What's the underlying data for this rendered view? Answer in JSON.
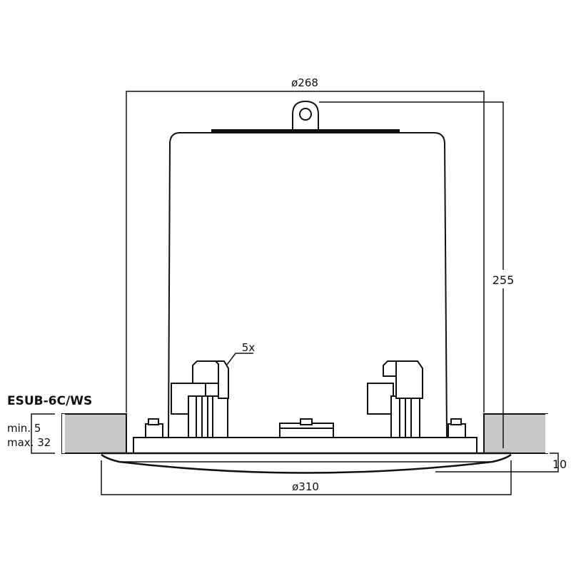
{
  "model": "ESUB-6C/WS",
  "ceiling_thickness": {
    "min_label": "min. 5",
    "max_label": "max. 32"
  },
  "dimensions": {
    "cutout_diameter": "ø268",
    "overall_diameter": "ø310",
    "depth": "255",
    "bezel_height": "10"
  },
  "clamp_count_label": "5x",
  "colors": {
    "line": "#111111",
    "ceiling": "#c8c8c8",
    "background": "#ffffff"
  }
}
